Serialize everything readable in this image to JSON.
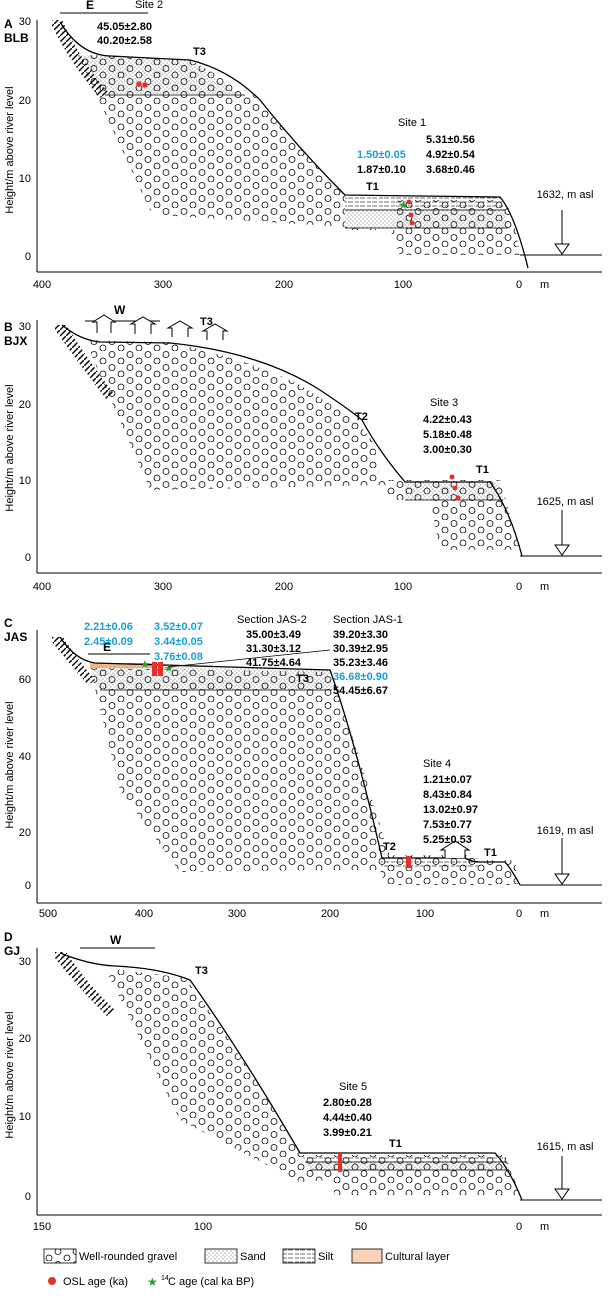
{
  "colors": {
    "osl": "#e8302a",
    "c14": "#2ca02c",
    "blue_text": "#1a9fd8",
    "cultural": "#f08a3a"
  },
  "panels": [
    {
      "letter": "A",
      "name": "BLB",
      "yticks": [
        "30",
        "20",
        "10",
        "0"
      ],
      "xticks": [
        "400",
        "300",
        "200",
        "100",
        "0",
        "m"
      ],
      "direction": "E",
      "terraces": [
        "T3",
        "T1"
      ],
      "elevation": "1632, m asl",
      "sites": [
        {
          "label": "Site 2",
          "ages": [
            "45.05±2.80",
            "40.20±2.58"
          ]
        },
        {
          "label": "Site 1",
          "ages": [
            "5.31±0.56",
            "4.92±0.54",
            "3.68±0.46"
          ],
          "c14_ages": [
            "1.50±0.05"
          ],
          "ages_extra": [
            "1.87±0.10"
          ]
        }
      ]
    },
    {
      "letter": "B",
      "name": "BJX",
      "yticks": [
        "30",
        "20",
        "10",
        "0"
      ],
      "xticks": [
        "400",
        "300",
        "200",
        "100",
        "0",
        "m"
      ],
      "direction": "W",
      "terraces": [
        "T3",
        "T2",
        "T1"
      ],
      "elevation": "1625, m asl",
      "sites": [
        {
          "label": "Site 3",
          "ages": [
            "4.22±0.43",
            "5.18±0.48",
            "3.00±0.30"
          ]
        }
      ]
    },
    {
      "letter": "C",
      "name": "JAS",
      "yticks": [
        "60",
        "40",
        "20",
        "0"
      ],
      "xticks": [
        "500",
        "400",
        "300",
        "200",
        "100",
        "0",
        "m"
      ],
      "direction": "E",
      "terraces": [
        "T3",
        "T2",
        "T1"
      ],
      "elevation": "1619, m asl",
      "c14_left": [
        "2.21±0.06",
        "2.45±0.09"
      ],
      "c14_right": [
        "3.52±0.07",
        "3.44±0.05",
        "3.76±0.08"
      ],
      "section2": {
        "label": "Section JAS-2",
        "ages": [
          "35.00±3.49",
          "31.30±3.12",
          "41.75±4.64"
        ]
      },
      "section1": {
        "label": "Section JAS-1",
        "ages": [
          "39.20±3.30",
          "30.39±2.95",
          "35.23±3.46"
        ],
        "blue_age": "36.68±0.90",
        "last_age": "54.45±6.67"
      },
      "sites": [
        {
          "label": "Site 4",
          "ages": [
            "1.21±0.07",
            "8.43±0.84",
            "13.02±0.97",
            "7.53±0.77",
            "5.25±0.53"
          ]
        }
      ]
    },
    {
      "letter": "D",
      "name": "GJ",
      "yticks": [
        "30",
        "20",
        "10",
        "0"
      ],
      "xticks": [
        "150",
        "100",
        "50",
        "0",
        "m"
      ],
      "direction": "W",
      "terraces": [
        "T3",
        "T1"
      ],
      "elevation": "1615, m asl",
      "sites": [
        {
          "label": "Site 5",
          "ages": [
            "2.80±0.28",
            "4.44±0.40",
            "3.99±0.21"
          ]
        }
      ]
    }
  ],
  "y_axis_label": "Height/m above river level",
  "legend": {
    "gravel": "Well-rounded gravel",
    "sand": "Sand",
    "silt": "Silt",
    "cultural": "Cultural layer",
    "osl": "OSL age (ka)",
    "c14_prefix": "14",
    "c14_suffix": "C age (cal ka BP)"
  }
}
